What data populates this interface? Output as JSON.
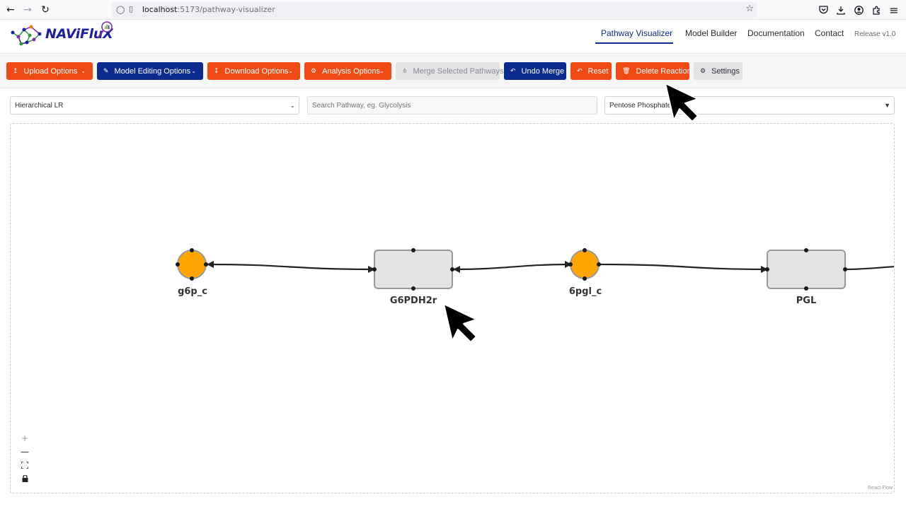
{
  "browser": {
    "url_host": "localhost",
    "url_path": ":5173/pathway-visualizer"
  },
  "header": {
    "logo_text": "NAViFluX",
    "nav": [
      {
        "label": "Pathway Visualizer",
        "active": true
      },
      {
        "label": "Model Builder"
      },
      {
        "label": "Documentation"
      },
      {
        "label": "Contact"
      }
    ],
    "release": "Release v1.0"
  },
  "toolbar": {
    "upload": "Upload Options",
    "model_editing": "Model Editing Options",
    "download": "Download Options",
    "analysis": "Analysis Options",
    "merge": "Merge Selected Pathways",
    "undo_merge": "Undo Merge",
    "reset": "Reset",
    "delete_reaction": "Delete Reaction",
    "settings": "Settings"
  },
  "filters": {
    "layout_value": "Hierarchical LR",
    "search_placeholder": "Search Pathway, eg. Glycolysis",
    "pathway_value": "Pentose Phosphate"
  },
  "graph": {
    "nodes": [
      {
        "id": "g6p_c",
        "type": "metabolite"
      },
      {
        "id": "G6PDH2r",
        "type": "reaction"
      },
      {
        "id": "6pgl_c",
        "type": "metabolite"
      },
      {
        "id": "PGL",
        "type": "reaction"
      }
    ],
    "colors": {
      "metabolite": "#ffa500",
      "reaction": "#e3e3e3",
      "accent_orange": "#f04a14",
      "accent_navy": "#0b2c8e"
    }
  },
  "controls": {
    "zoom_in": "+",
    "zoom_out": "—"
  },
  "attribution": "React Flow"
}
